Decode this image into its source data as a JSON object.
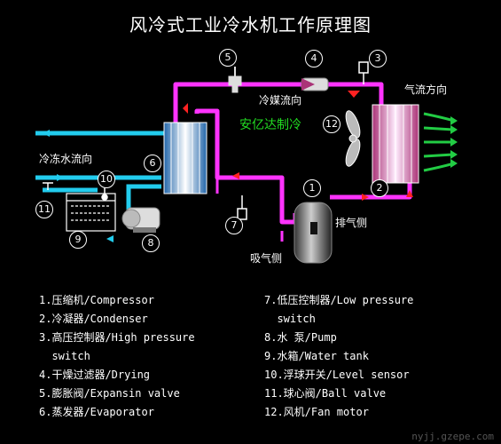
{
  "title": "风冷式工业冷水机工作原理图",
  "labels": {
    "refrigerant_flow": "冷媒流向",
    "airflow": "气流方向",
    "brand": "安亿达制冷",
    "chilled_water_flow": "冷冻水流向",
    "discharge_side": "排气侧",
    "suction_side": "吸气侧"
  },
  "markers": [
    "1",
    "2",
    "3",
    "4",
    "5",
    "6",
    "7",
    "8",
    "9",
    "10",
    "11",
    "12"
  ],
  "legend_left": [
    "1.压缩机/Compressor",
    "2.冷凝器/Condenser",
    "3.高压控制器/High pressure",
    "  switch",
    "4.干燥过滤器/Drying",
    "5.膨胀阀/Expansin valve",
    "6.蒸发器/Evaporator"
  ],
  "legend_right": [
    "7.低压控制器/Low pressure",
    "  switch",
    "8.水 泵/Pump",
    "9.水箱/Water tank",
    "10.浮球开关/Level sensor",
    "11.球心阀/Ball valve",
    "12.风机/Fan motor"
  ],
  "watermark": "nyjj.gzepe.com",
  "colors": {
    "refrigerant_pipe": "#ff33ff",
    "water_pipe": "#22ccee",
    "airflow_arrow": "#22cc44",
    "arrow_red": "#ff2222"
  }
}
